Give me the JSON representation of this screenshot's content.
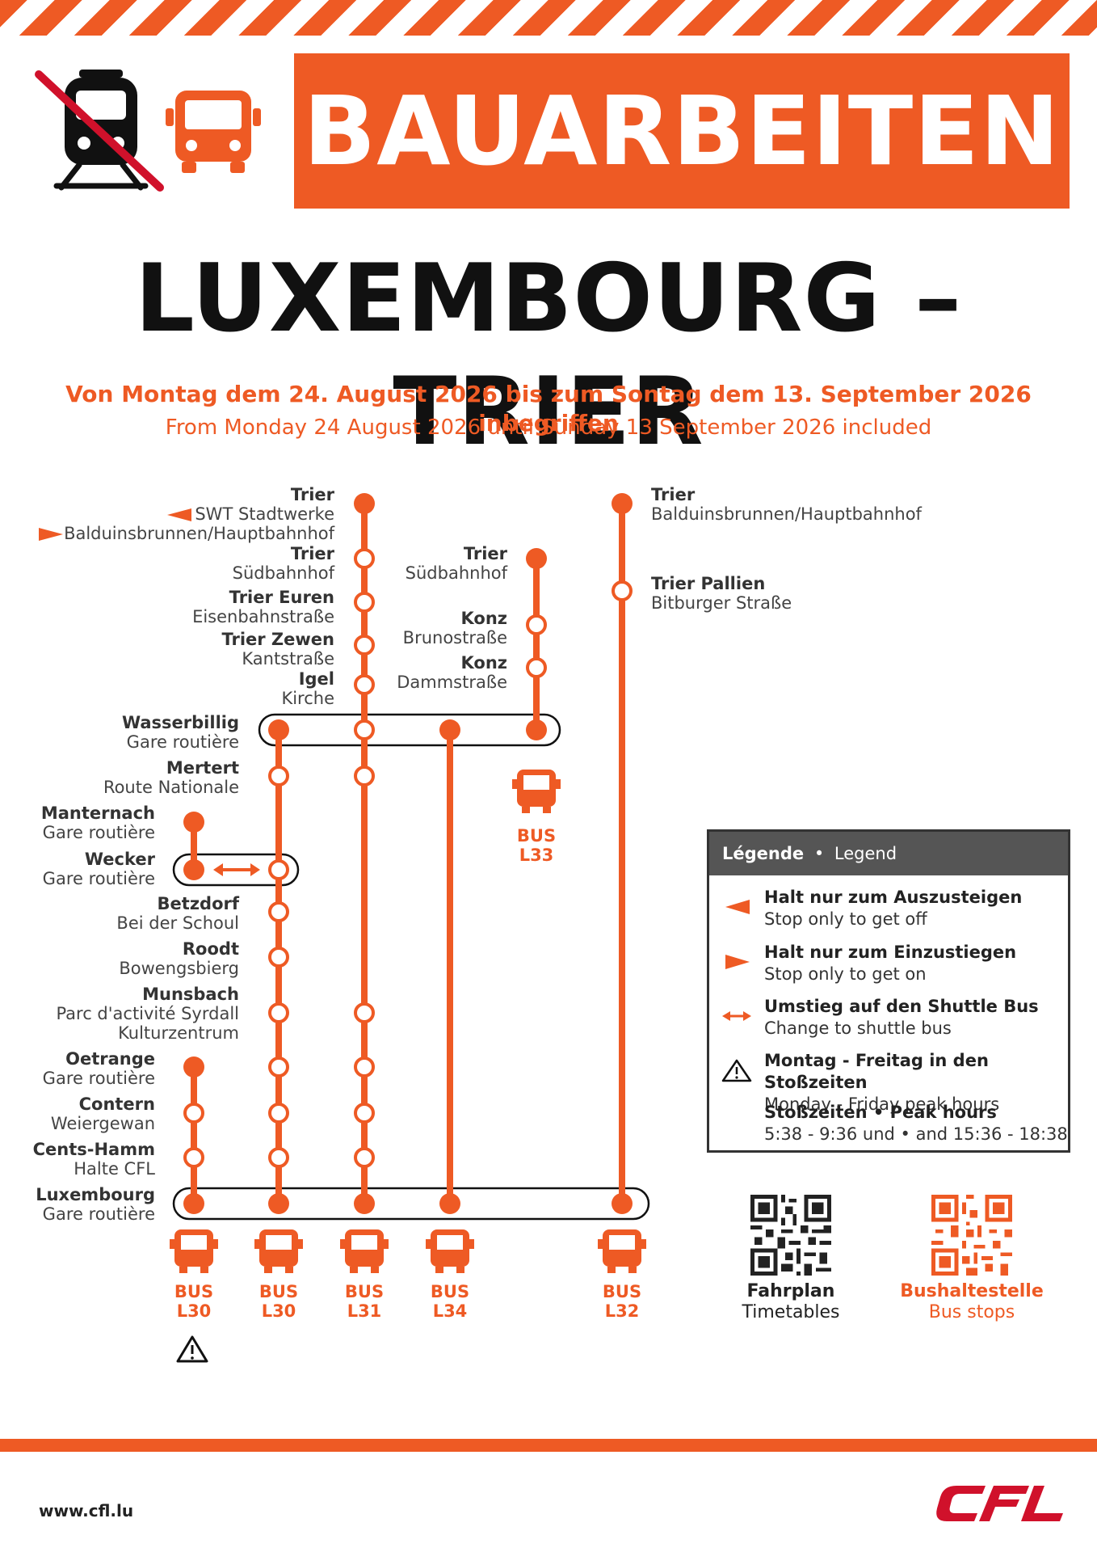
{
  "header": {
    "banner_text": "BAUARBEITEN",
    "route_title": "LUXEMBOURG – TRIER",
    "date_de": "Von Montag dem 24. August 2026 bis zum Sontag dem 13. September 2026 inbegriffen",
    "date_en": "From Monday 24 August 2026 until Sunday 13 September 2026 included",
    "icons": [
      "no-train-icon",
      "bus-icon"
    ]
  },
  "stations": {
    "trier_swt": {
      "name": "Trier",
      "sub1": "SWT Stadtwerke",
      "sub2": "Balduinsbrunnen/Hauptbahnhof"
    },
    "trier_sued": {
      "name": "Trier",
      "sub": "Südbahnhof"
    },
    "trier_euren": {
      "name": "Trier Euren",
      "sub": "Eisenbahnstraße"
    },
    "trier_zewen": {
      "name": "Trier Zewen",
      "sub": "Kantstraße"
    },
    "igel": {
      "name": "Igel",
      "sub": "Kirche"
    },
    "trier_sued_l33": {
      "name": "Trier",
      "sub": "Südbahnhof"
    },
    "konz_bruno": {
      "name": "Konz",
      "sub": "Brunostraße"
    },
    "konz_damm": {
      "name": "Konz",
      "sub": "Dammstraße"
    },
    "trier_l32": {
      "name": "Trier",
      "sub": "Balduinsbrunnen/Hauptbahnhof"
    },
    "trier_pallien": {
      "name": "Trier Pallien",
      "sub": "Bitburger Straße"
    },
    "wasserbillig": {
      "name": "Wasserbillig",
      "sub": "Gare routière"
    },
    "mertert": {
      "name": "Mertert",
      "sub": "Route Nationale"
    },
    "manternach": {
      "name": "Manternach",
      "sub": "Gare routière"
    },
    "wecker": {
      "name": "Wecker",
      "sub": "Gare routière"
    },
    "betzdorf": {
      "name": "Betzdorf",
      "sub": "Bei der Schoul"
    },
    "roodt": {
      "name": "Roodt",
      "sub": "Bowengsbierg"
    },
    "munsbach": {
      "name": "Munsbach",
      "sub1": "Parc d'activité Syrdall",
      "sub2": "Kulturzentrum"
    },
    "oetrange": {
      "name": "Oetrange",
      "sub": "Gare routière"
    },
    "contern": {
      "name": "Contern",
      "sub": "Weiergewan"
    },
    "cents": {
      "name": "Cents-Hamm",
      "sub": "Halte CFL"
    },
    "luxembourg": {
      "name": "Luxembourg",
      "sub": "Gare routière"
    }
  },
  "bus_lines": [
    {
      "word": "BUS",
      "line": "L30"
    },
    {
      "word": "BUS",
      "line": "L30"
    },
    {
      "word": "BUS",
      "line": "L31"
    },
    {
      "word": "BUS",
      "line": "L34"
    },
    {
      "word": "BUS",
      "line": "L32"
    },
    {
      "word": "BUS",
      "line": "L33"
    }
  ],
  "legend": {
    "title": "Légende",
    "separator": "•",
    "title_en": "Legend",
    "items": [
      {
        "de": "Halt nur zum Auszusteigen",
        "en": "Stop only to get off",
        "icon": "arrow-left-icon"
      },
      {
        "de": "Halt nur zum Einzustiegen",
        "en": "Stop only to get on",
        "icon": "arrow-right-icon"
      },
      {
        "de": "Umstieg auf den Shuttle Bus",
        "en": "Change to shuttle bus",
        "icon": "double-arrow-icon"
      },
      {
        "de": "Montag - Freitag in den Stoßzeiten",
        "en": "Monday - Friday peak hours",
        "icon": "warning-icon"
      },
      {
        "de": "Stoßzeiten • Peak hours",
        "en": "5:38 - 9:36 und • and 15:36 - 18:38"
      }
    ]
  },
  "qr": {
    "timetables": {
      "de": "Fahrplan",
      "en": "Timetables"
    },
    "stops": {
      "de": "Bushaltestelle",
      "en": "Bus stops"
    }
  },
  "footer": {
    "website": "www.cfl.lu",
    "logo": "CFL"
  },
  "colors": {
    "accent": "#ee5a24",
    "dark": "#111111",
    "cfl_red": "#d0112b"
  }
}
